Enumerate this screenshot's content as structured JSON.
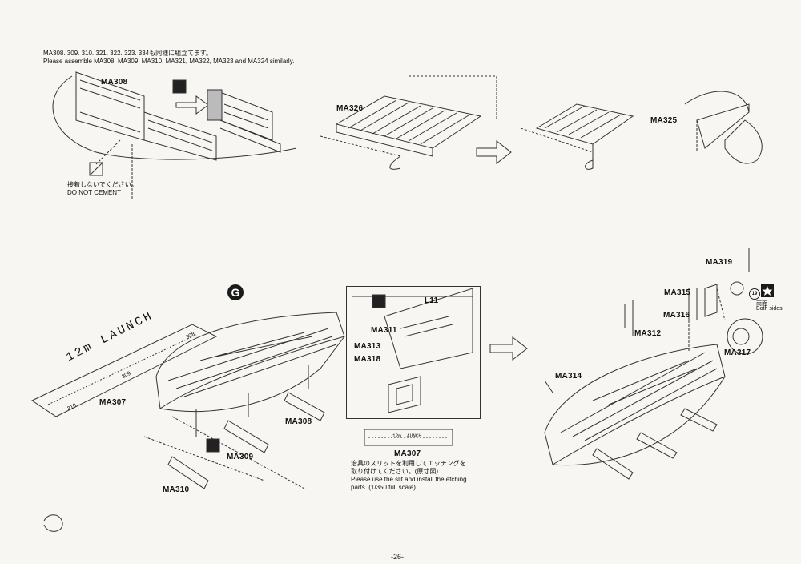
{
  "header": {
    "note_jp": "MA308. 309. 310. 321. 322. 323. 334も同様に組立てます。",
    "note_en": "Please assemble MA308, MA309, MA310, MA321, MA322, MA323 and MA324 similarly."
  },
  "labels": {
    "ma308_top": "MA308",
    "ma326": "MA326",
    "ma325": "MA325",
    "ma319": "MA319",
    "ma315": "MA315",
    "ma316": "MA316",
    "ma312": "MA312",
    "ma317": "MA317",
    "ma314": "MA314",
    "ma307_left": "MA307",
    "ma309": "MA309",
    "ma310": "MA310",
    "ma308_mid": "MA308",
    "l11": "L11",
    "ma311": "MA311",
    "ma313": "MA313",
    "ma318": "MA318",
    "ma307_jig": "MA307"
  },
  "do_not_cement": {
    "jp": "接着しないでください。",
    "en": "DO NOT CEMENT"
  },
  "step": "G",
  "plate": {
    "launch": "12m LAUNCH",
    "n308": "308",
    "n309": "309",
    "n310": "310"
  },
  "jig_note": {
    "jp1": "治具のスリットを利用してエッチングを",
    "jp2": "取り付けてください。(原寸図)",
    "en1": "Please use the slit and install the etching",
    "en2": "parts. (1/350 full scale)"
  },
  "both_sides": {
    "num": "19",
    "jp": "両面",
    "en": "Both sides"
  },
  "page_number": "-26-"
}
